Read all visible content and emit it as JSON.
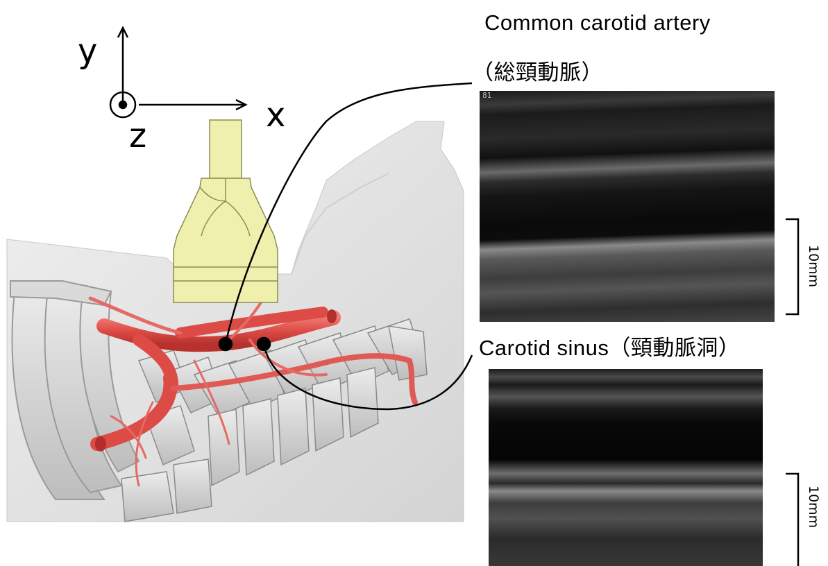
{
  "axes": {
    "y": "y",
    "x": "x",
    "z": "z"
  },
  "labels": {
    "common_carotid_en": "Common  carotid artery",
    "common_carotid_jp": "（総頸動脈）",
    "carotid_sinus": "Carotid sinus（頸動脈洞）"
  },
  "ultrasound": {
    "top": {
      "tag": "81",
      "scale": "10mm"
    },
    "bottom": {
      "scale": "10mm"
    }
  },
  "colors": {
    "artery": "#e0504c",
    "artery_dark": "#b8322e",
    "probe": "#efefae",
    "probe_stroke": "#8c8c50",
    "skin": "#e3e3e3",
    "bone": "#d2d2d2"
  }
}
